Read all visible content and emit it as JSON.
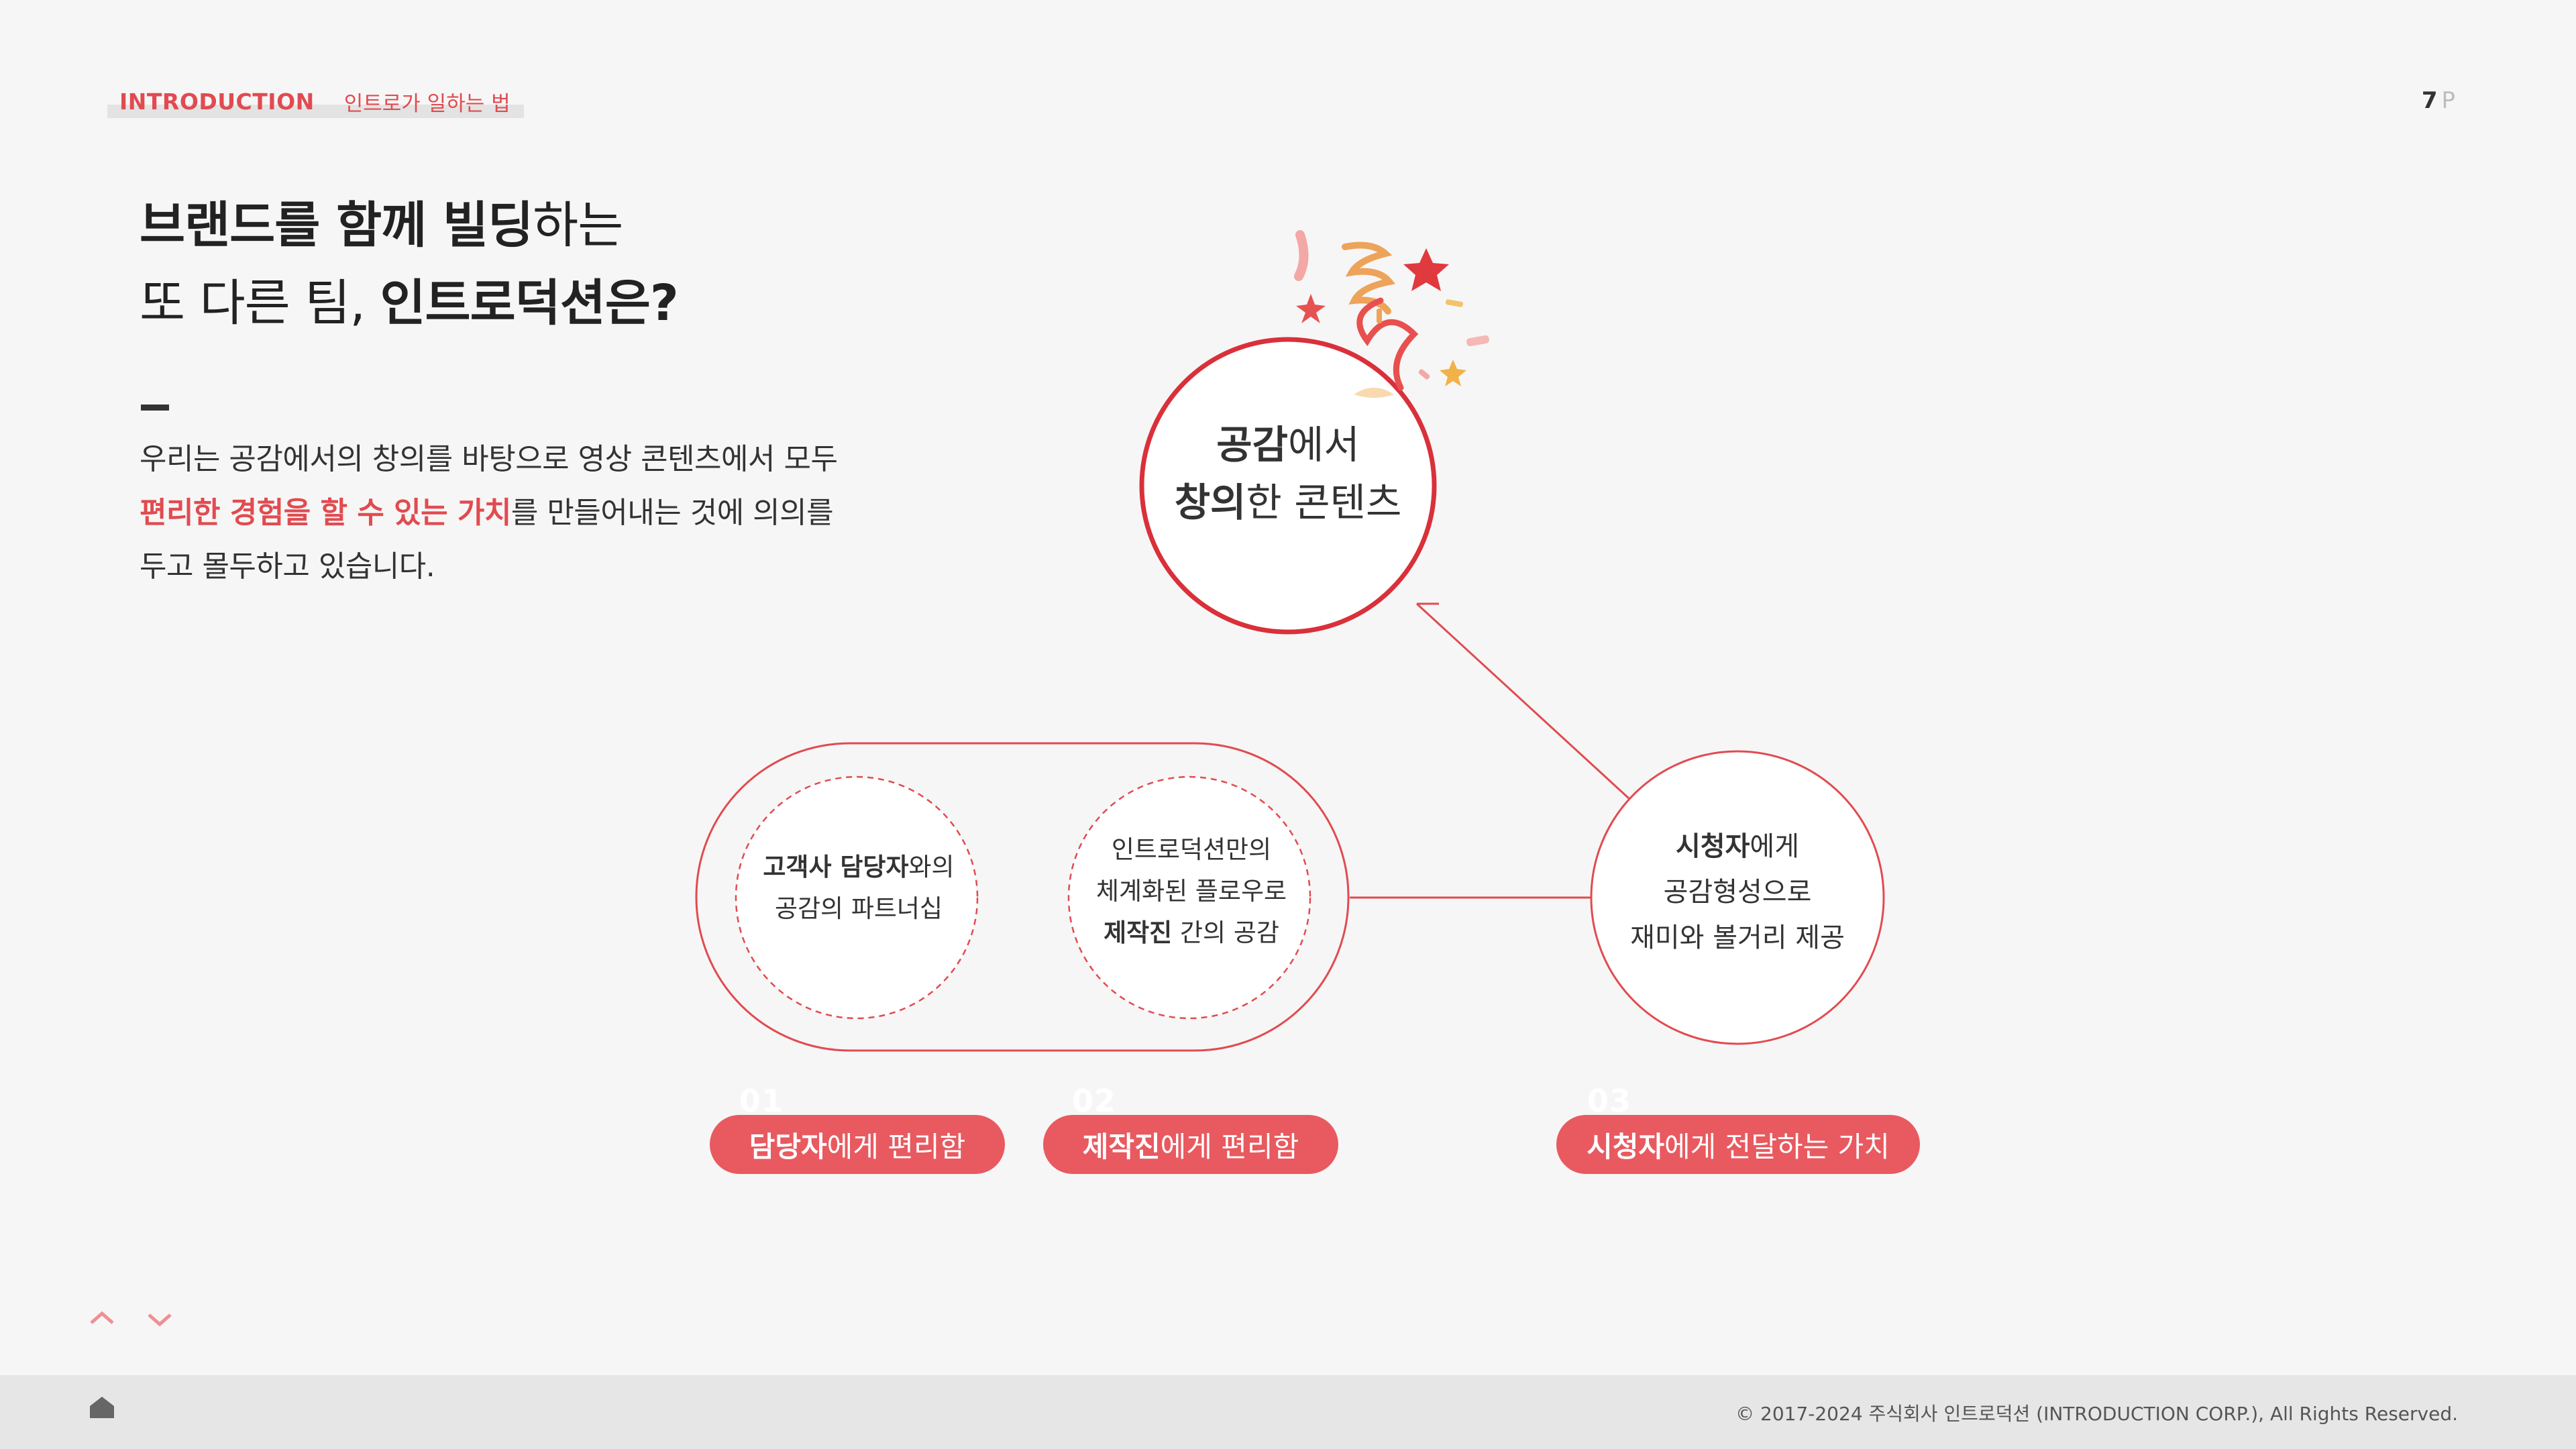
{
  "header": {
    "section": "INTRODUCTION",
    "subsection": "인트로가 일하는 법",
    "page_number": "7",
    "page_suffix": "P"
  },
  "headline": {
    "line1_bold": "브랜드를 함께 빌딩",
    "line1_light": "하는",
    "line2_light": "또 다른 팀, ",
    "line2_bold": "인트로덕션은?"
  },
  "description": {
    "line1": "우리는 공감에서의 창의를 바탕으로 영상 콘텐츠에서 모두",
    "line2_highlight": "편리한 경험을 할 수 있는 가치",
    "line2_rest": "를 만들어내는 것에 의의를",
    "line3": "두고 몰두하고 있습니다."
  },
  "diagram": {
    "top": {
      "bold1": "공감",
      "rest1": "에서",
      "bold2": "창의",
      "rest2": "한 콘텐츠"
    },
    "circle1": {
      "bold": "고객사 담당자",
      "rest": "와의",
      "line2": "공감의 파트너십"
    },
    "circle2": {
      "line1": "인트로덕션만의",
      "line2": "체계화된 플로우로",
      "bold": "제작진",
      "rest": " 간의 공감"
    },
    "circle3": {
      "bold": "시청자",
      "rest": "에게",
      "line2": "공감형성으로",
      "line3": "재미와 볼거리 제공"
    },
    "labels": [
      {
        "num": "01",
        "bold": "담당자",
        "rest": "에게 편리함"
      },
      {
        "num": "02",
        "bold": "제작진",
        "rest": "에게 편리함"
      },
      {
        "num": "03",
        "bold": "시청자",
        "rest": "에게 전달하는 가치"
      }
    ]
  },
  "footer": {
    "copyright": "© 2017-2024 주식회사 인트로덕션 (INTRODUCTION CORP.), All Rights Reserved."
  },
  "colors": {
    "accent": "#e14b50",
    "pill": "#e85a60",
    "background": "#f6f6f6",
    "footer": "#e6e6e6"
  },
  "icons": [
    "confetti-icon",
    "chevron-up-icon",
    "chevron-down-icon",
    "home-icon"
  ]
}
